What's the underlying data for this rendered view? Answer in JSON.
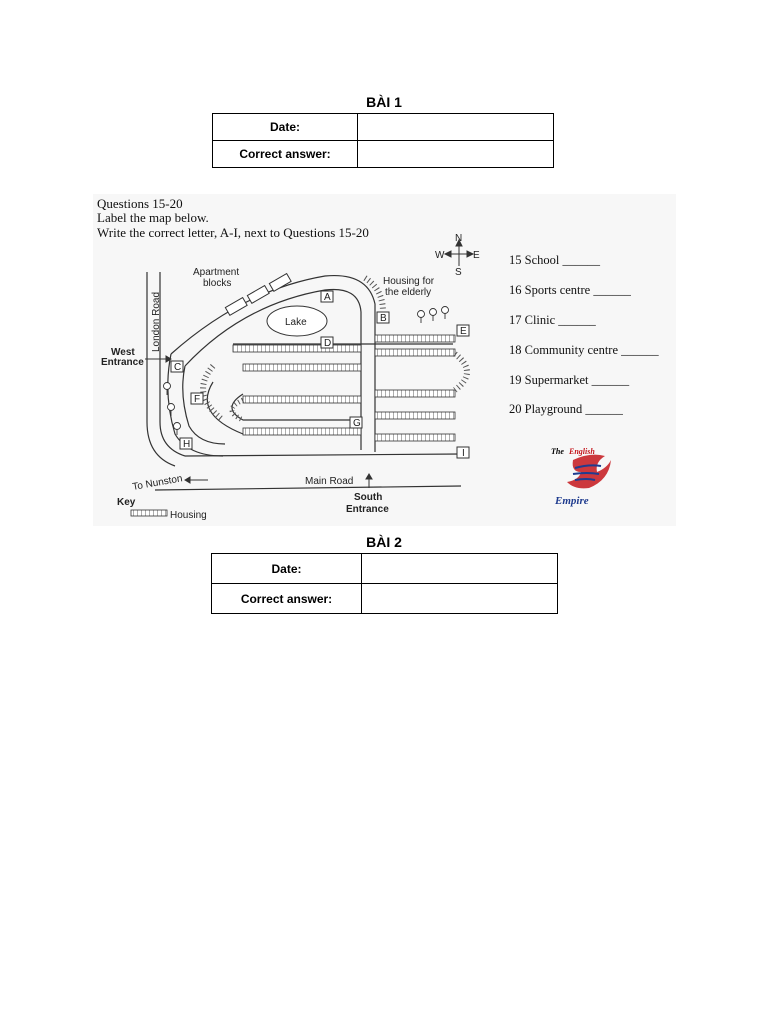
{
  "section1": {
    "title": "BÀI 1",
    "rows": [
      {
        "label": "Date:",
        "value": ""
      },
      {
        "label": "Correct answer:",
        "value": ""
      }
    ]
  },
  "figure": {
    "instructions": [
      "Questions 15-20",
      "Label the map below.",
      "Write the correct letter, A-I, next to Questions 15-20"
    ],
    "compass": {
      "n": "N",
      "s": "S",
      "e": "E",
      "w": "W"
    },
    "map_labels": {
      "apartment": "Apartment",
      "blocks": "blocks",
      "housing_for": "Housing for",
      "the_elderly": "the elderly",
      "lake": "Lake",
      "london_road": "London Road",
      "west": "West",
      "entrance": "Entrance",
      "to_nunston": "To Nunston",
      "main_road": "Main Road",
      "south": "South",
      "key": "Key",
      "housing": "Housing"
    },
    "letters": [
      "A",
      "B",
      "C",
      "D",
      "E",
      "F",
      "G",
      "H",
      "I"
    ],
    "questions": [
      "15 School ______",
      "16 Sports centre ______",
      "17 Clinic ______",
      "18 Community centre ______",
      "19 Supermarket ______",
      "20 Playground ______"
    ],
    "logo": {
      "line1": "The",
      "line2": "English",
      "line3": "Empire",
      "accent": "#c4161c",
      "blue": "#1f3c8f"
    }
  },
  "section2": {
    "title": "BÀI 2",
    "rows": [
      {
        "label": "Date:",
        "value": ""
      },
      {
        "label": "Correct answer:",
        "value": ""
      }
    ]
  }
}
